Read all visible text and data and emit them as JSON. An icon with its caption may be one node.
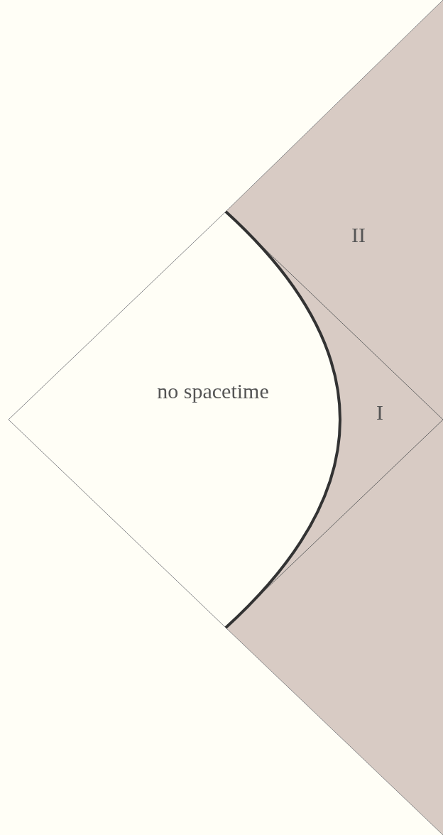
{
  "diagram": {
    "labels": [
      "II",
      "no spacetime",
      "I"
    ]
  }
}
